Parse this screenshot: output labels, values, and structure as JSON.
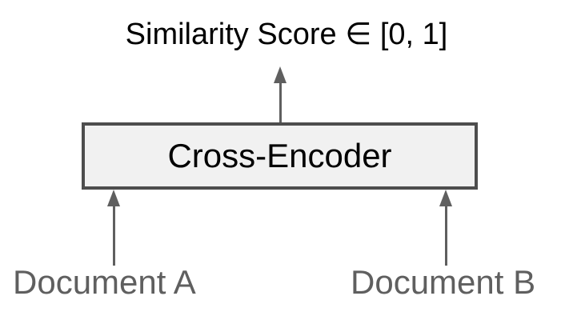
{
  "diagram": {
    "title": "Similarity Score ∈ [0, 1]",
    "encoder": {
      "label": "Cross-Encoder"
    },
    "inputs": [
      {
        "label": "Document A"
      },
      {
        "label": "Document B"
      }
    ],
    "colors": {
      "background": "#ffffff",
      "box_fill": "#f1f1f1",
      "box_border": "#4d4d4d",
      "arrow": "#5f5f5f",
      "label_text": "#5f5f5f",
      "title_text": "#000000"
    }
  }
}
